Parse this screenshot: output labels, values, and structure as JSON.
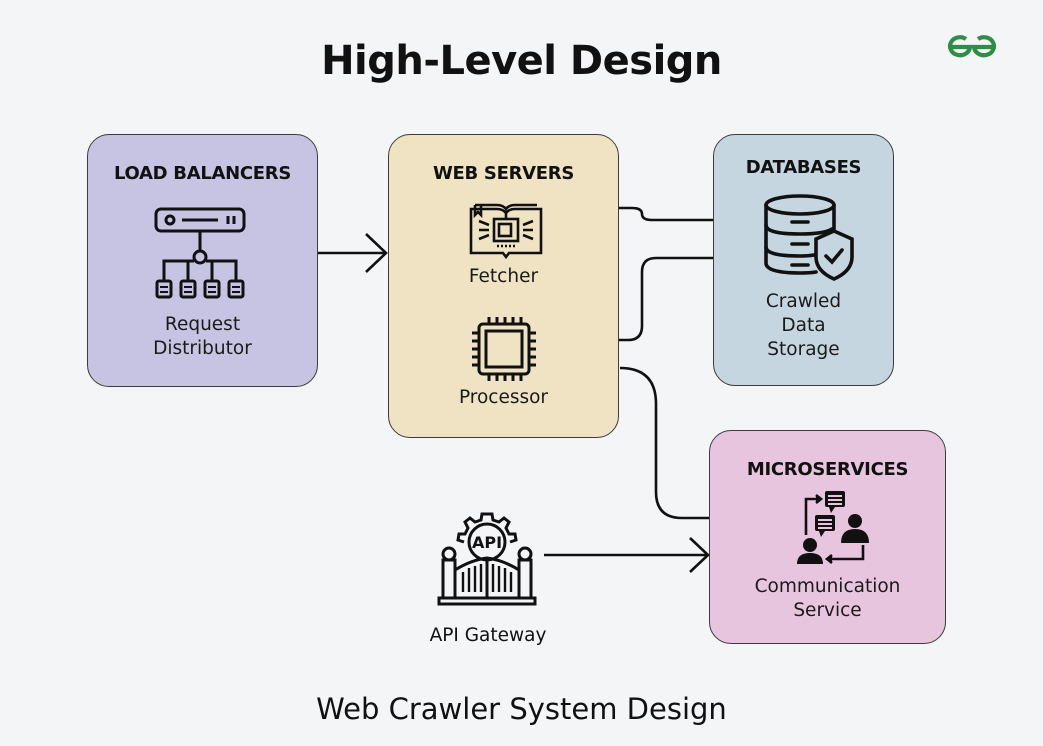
{
  "header": {
    "title": "High-Level Design",
    "logo": "geeksforgeeks-logo"
  },
  "footer": {
    "caption": "Web Crawler System Design"
  },
  "colors": {
    "background": "#f4f5f7",
    "load_balancers": "#c6c4e2",
    "web_servers": "#efe3c4",
    "databases": "#c6d6e1",
    "microservices": "#e8c5de",
    "logo_green": "#2f8d46",
    "stroke": "#111111"
  },
  "groups": {
    "load_balancers": {
      "title": "LOAD BALANCERS",
      "items": [
        {
          "icon": "request-distributor-icon",
          "label_lines": [
            "Request",
            "Distributor"
          ]
        }
      ]
    },
    "web_servers": {
      "title": "WEB SERVERS",
      "items": [
        {
          "icon": "fetcher-icon",
          "label_lines": [
            "Fetcher"
          ]
        },
        {
          "icon": "processor-icon",
          "label_lines": [
            "Processor"
          ]
        }
      ]
    },
    "databases": {
      "title": "DATABASES",
      "items": [
        {
          "icon": "secure-database-icon",
          "label_lines": [
            "Crawled",
            "Data",
            "Storage"
          ]
        }
      ]
    },
    "microservices": {
      "title": "MICROSERVICES",
      "items": [
        {
          "icon": "communication-icon",
          "label_lines": [
            "Communication",
            "Service"
          ]
        }
      ]
    }
  },
  "standalone": {
    "api_gateway": {
      "icon": "api-gateway-icon",
      "label": "API Gateway"
    }
  },
  "connections": [
    {
      "from": "Request Distributor",
      "to": "Web Servers"
    },
    {
      "from": "Fetcher",
      "to": "Crawled Data Storage"
    },
    {
      "from": "Processor",
      "to": "Crawled Data Storage"
    },
    {
      "from": "Processor",
      "to": "Communication Service"
    },
    {
      "from": "API Gateway",
      "to": "Communication Service"
    }
  ]
}
